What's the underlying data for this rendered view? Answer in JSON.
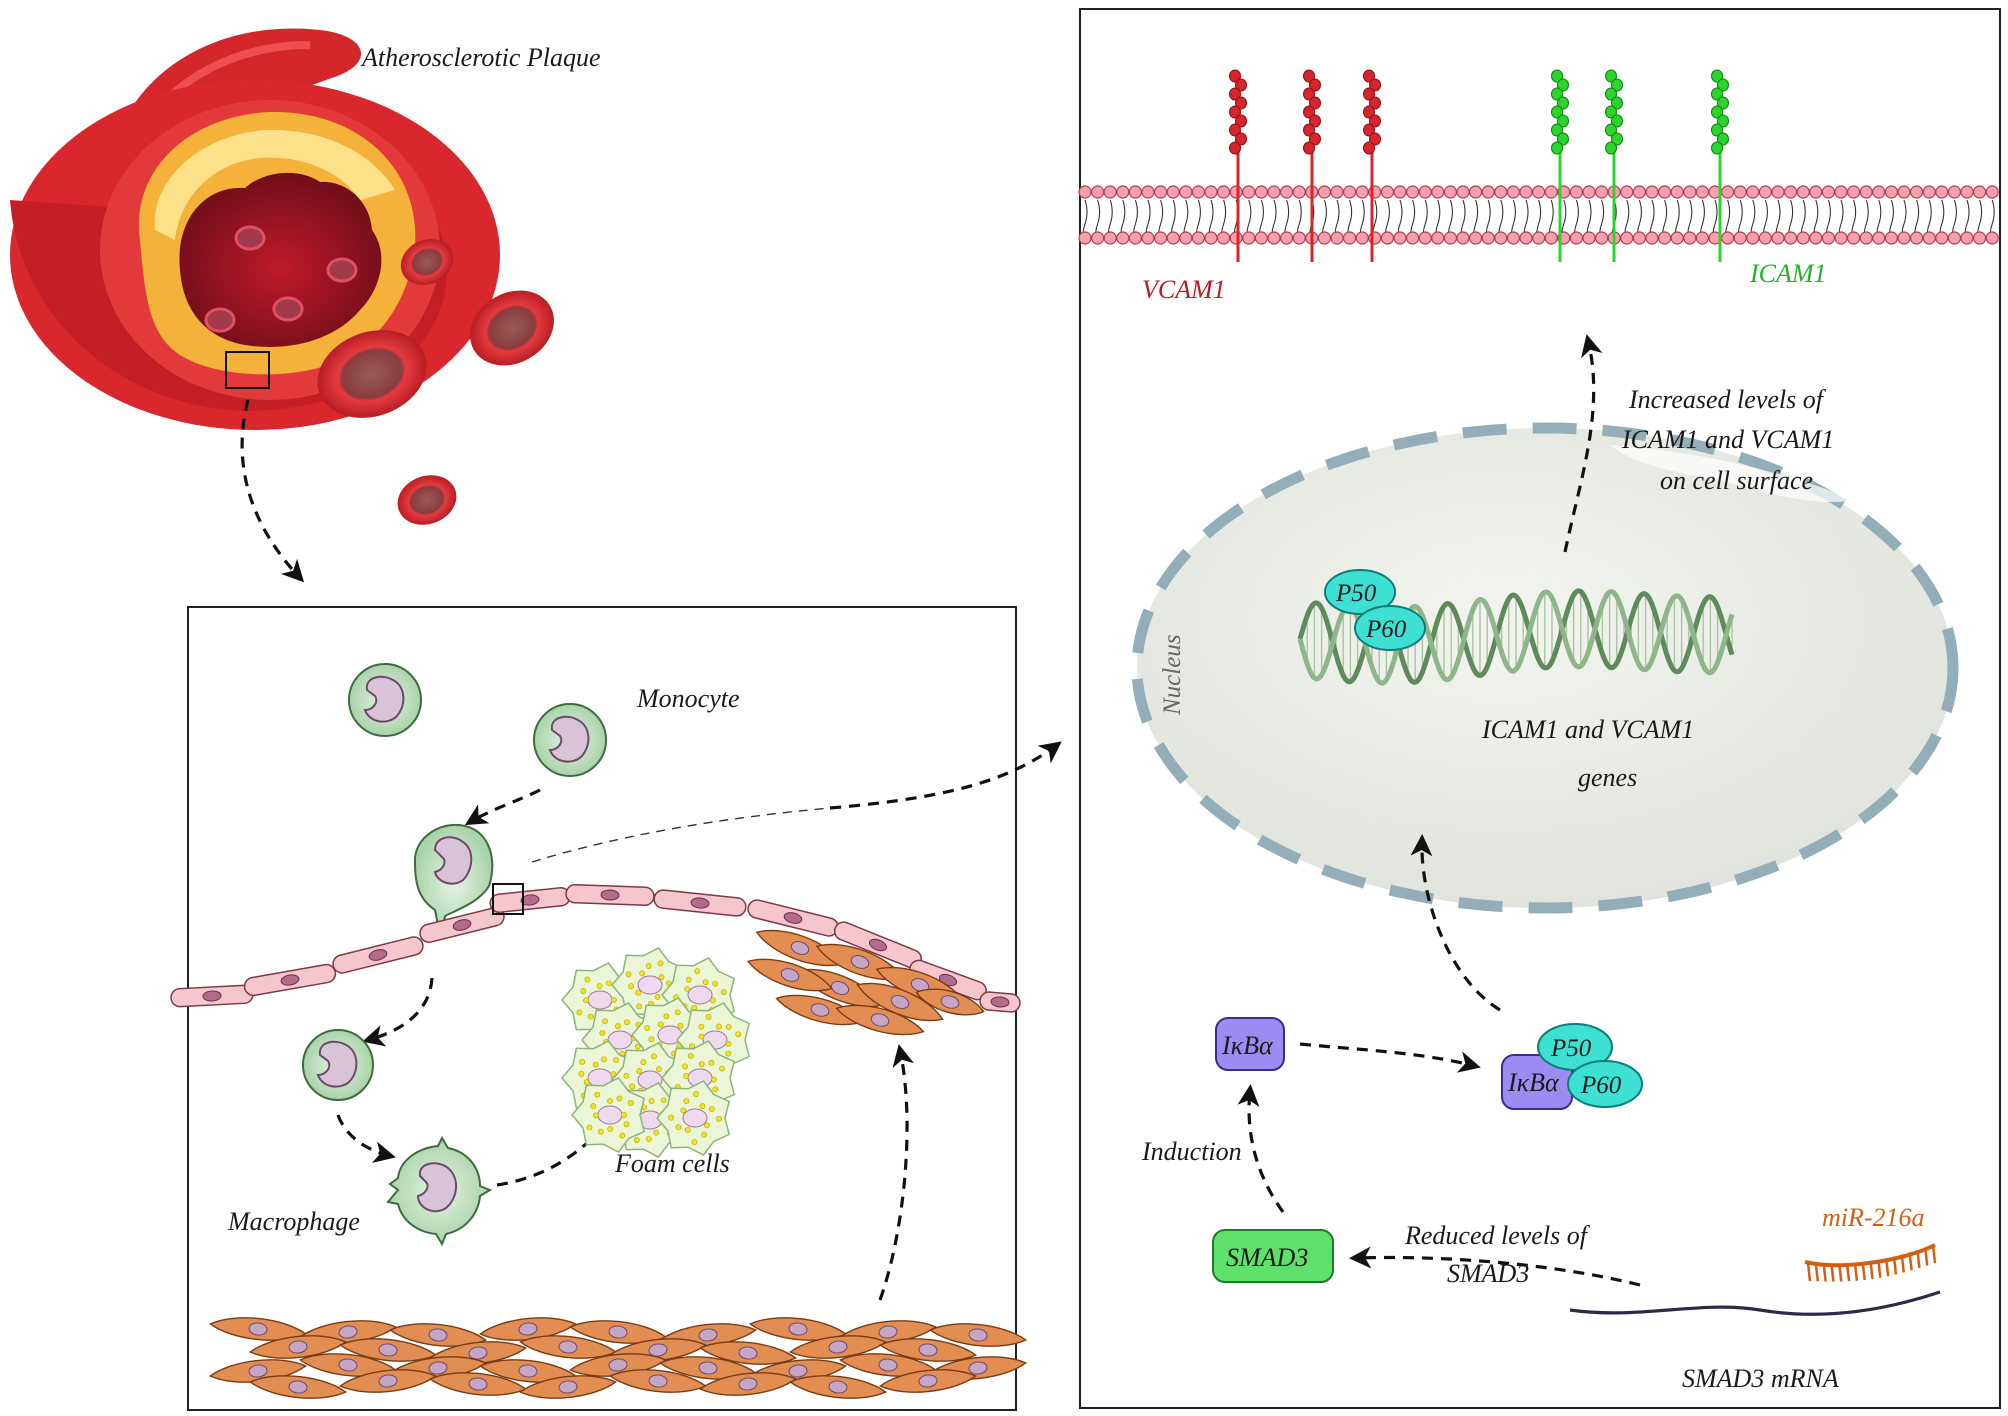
{
  "title": "Atherosclerotic Plaque",
  "cells": {
    "monocyte": "Monocyte",
    "macrophage": "Macrophage",
    "foam_cells": "Foam cells"
  },
  "membrane": {
    "vcam1": "VCAM1",
    "icam1": "ICAM1"
  },
  "nucleus": {
    "label": "Nucleus",
    "genes_line1": "ICAM1 and VCAM1",
    "genes_line2": "genes"
  },
  "proteins": {
    "p50": "P50",
    "p60": "P60",
    "ikba": "IκBα",
    "smad3": "SMAD3"
  },
  "annotations": {
    "increased_line1": "Increased levels of",
    "increased_line2": "ICAM1 and VCAM1",
    "increased_line3": "on cell surface",
    "induction": "Induction",
    "reduced_line1": "Reduced levels of",
    "reduced_line2": "SMAD3",
    "mirna": "miR-216a",
    "mrna": "SMAD3 mRNA"
  },
  "colors": {
    "vcam1": "#d6252b",
    "icam1": "#2bd62b",
    "mirna": "#d35f12",
    "p_subunit": "#3ee0d4",
    "ikba": "#9b8cf2",
    "smad3": "#5fe06a",
    "nucleus_border": "#93aeb8",
    "smooth_muscle": "#e28d52",
    "endothelium": "#f6c6cf"
  }
}
